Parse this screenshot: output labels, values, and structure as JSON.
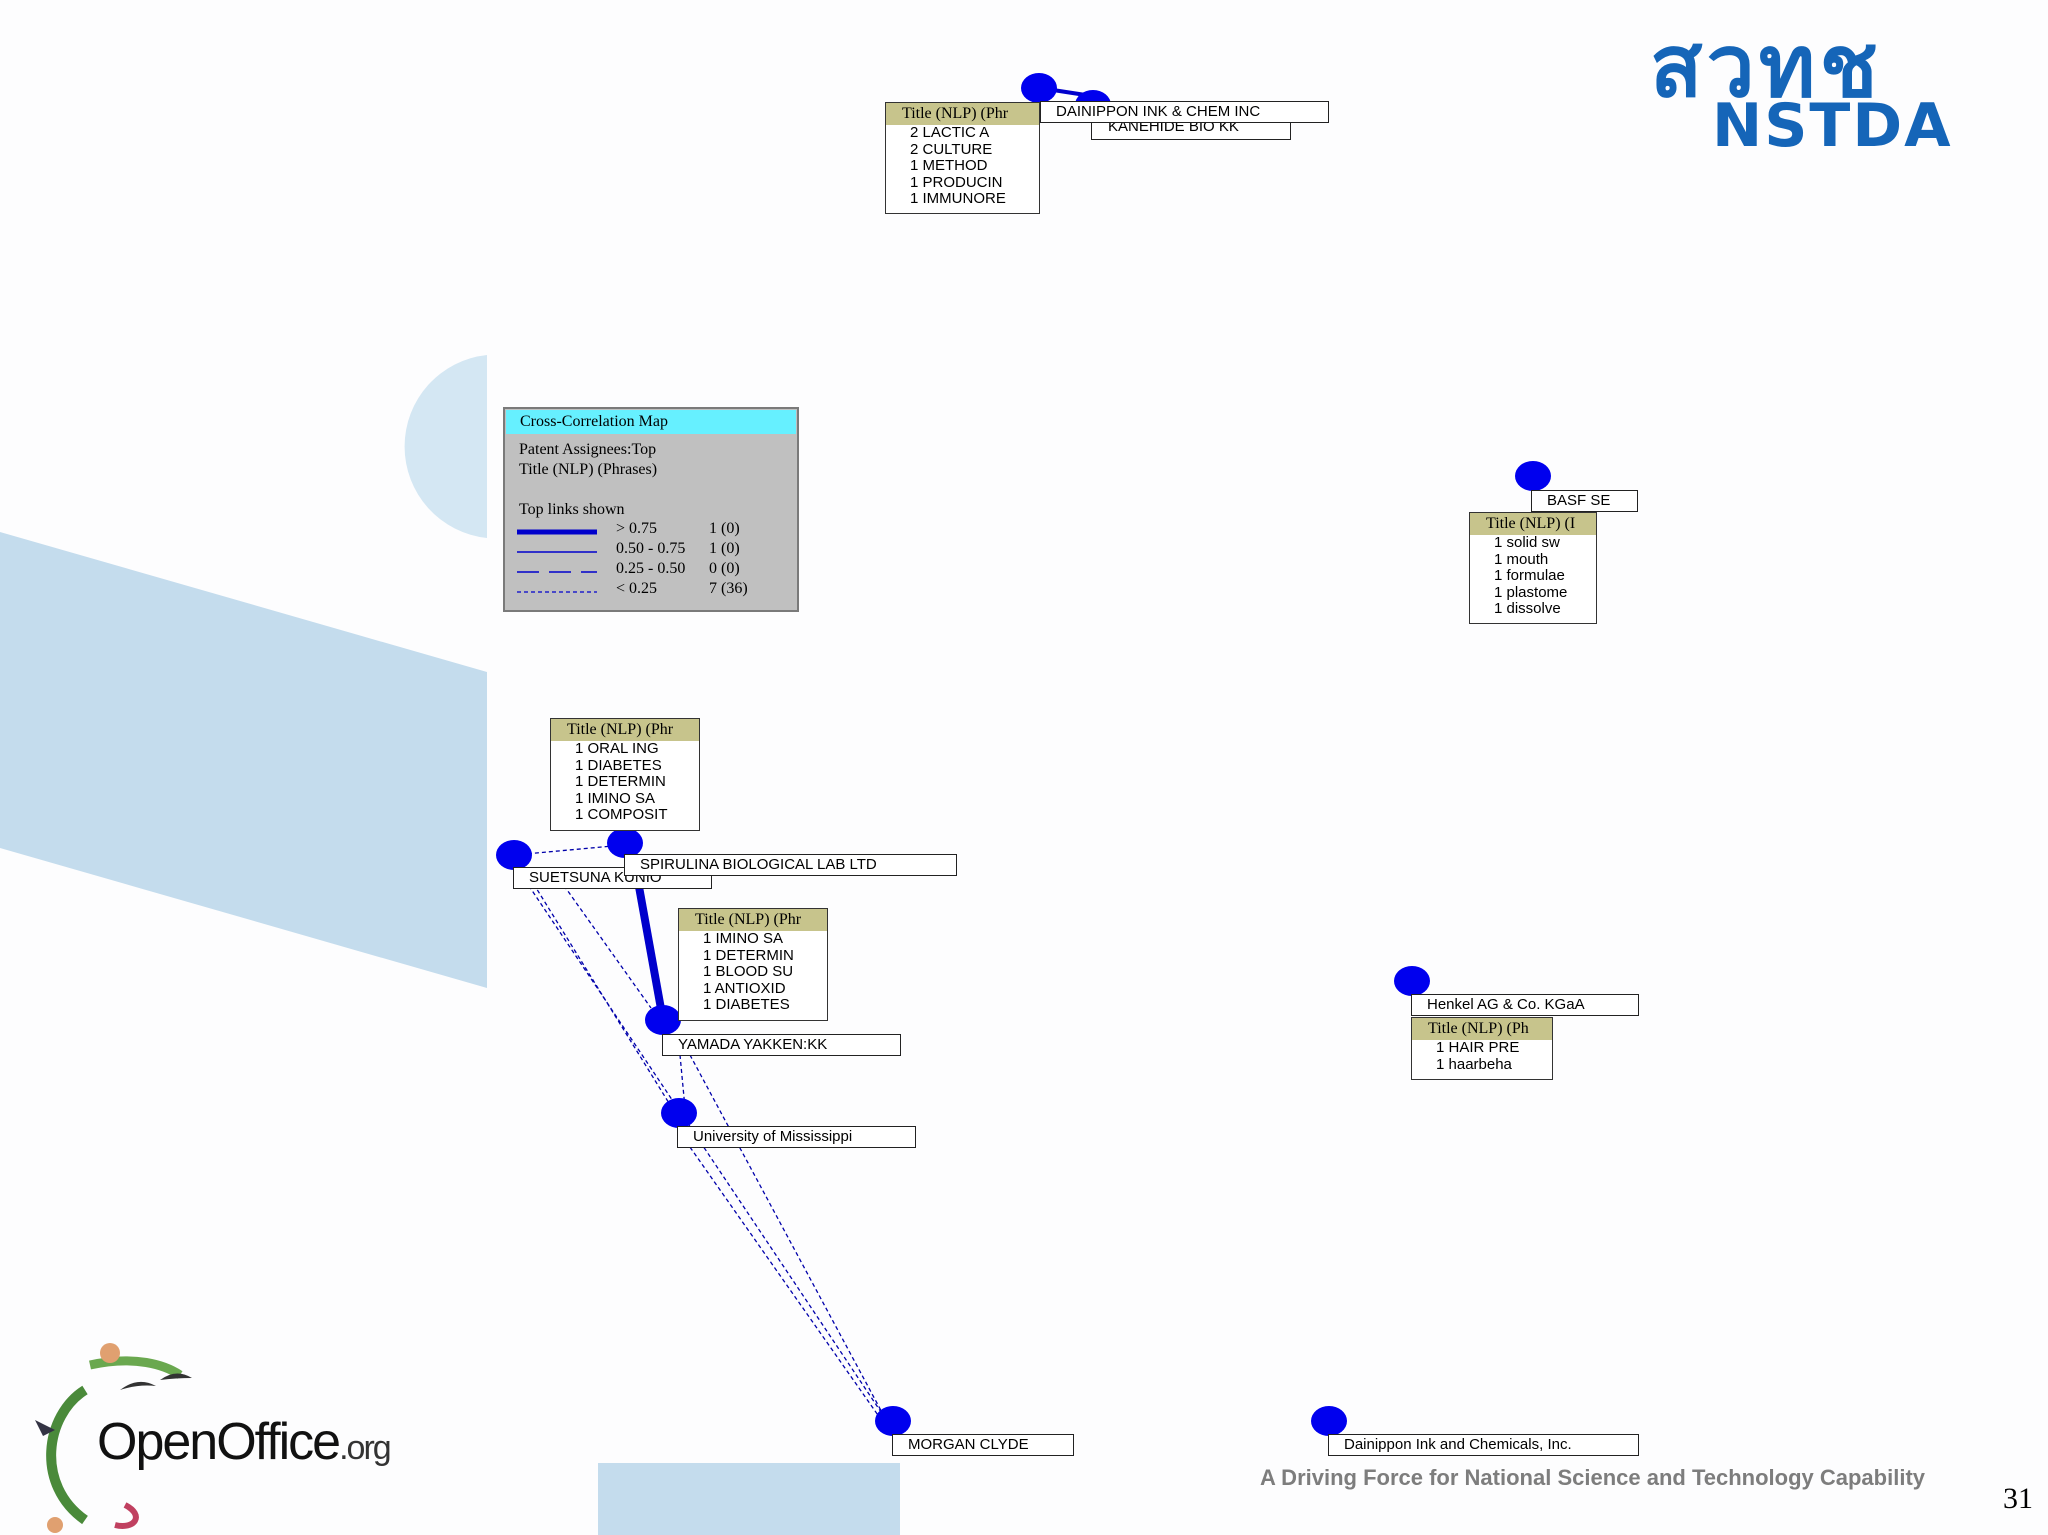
{
  "legend": {
    "title": "Cross-Correlation Map",
    "line1": "Patent Assignees:Top",
    "line2": "Title (NLP) (Phrases)",
    "line3": "Top links shown",
    "rows": [
      {
        "range": "> 0.75",
        "count": "1 (0)"
      },
      {
        "range": "0.50 - 0.75",
        "count": "1 (0)"
      },
      {
        "range": "0.25 - 0.50",
        "count": "0 (0)"
      },
      {
        "range": "< 0.25",
        "count": "7 (36)"
      }
    ]
  },
  "nodes": {
    "dainippon_ink_chem": "DAINIPPON INK & CHEM INC",
    "kanehide": "KANEHIDE BIO KK",
    "basf": "BASF SE",
    "spirulina": "SPIRULINA BIOLOGICAL LAB LTD",
    "suetsuna": "SUETSUNA KUNIO",
    "yamada": "YAMADA YAKKEN:KK",
    "mississippi": "University of Mississippi",
    "henkel": "Henkel AG & Co. KGaA",
    "morgan": "MORGAN CLYDE",
    "dainippon_chemicals": "Dainippon Ink and Chemicals, Inc."
  },
  "title_boxes": {
    "dainippon": {
      "header": "Title (NLP) (Phr",
      "items": [
        "2 LACTIC A",
        "2 CULTURE",
        "1 METHOD",
        "1 PRODUCIN",
        "1 IMMUNORE"
      ]
    },
    "basf": {
      "header": "Title (NLP) (I",
      "items": [
        "1 solid sw",
        "1 mouth",
        "1 formulae",
        "1 plastome",
        "1 dissolve"
      ]
    },
    "spirulina": {
      "header": "Title (NLP) (Phr",
      "items": [
        "1 ORAL ING",
        "1 DIABETES",
        "1 DETERMIN",
        "1 IMINO SA",
        "1 COMPOSIT"
      ]
    },
    "yamada": {
      "header": "Title (NLP) (Phr",
      "items": [
        "1 IMINO SA",
        "1 DETERMIN",
        "1 BLOOD SU",
        "1 ANTIOXID",
        "1 DIABETES"
      ]
    },
    "henkel": {
      "header": "Title (NLP) (Ph",
      "items": [
        "1 HAIR PRE",
        "1 haarbeha"
      ]
    }
  },
  "branding": {
    "nstda_thai": "สวทช",
    "nstda_latin": "NSTDA",
    "tagline": "A Driving Force for National Science and Technology Capability",
    "openoffice": "OpenOffice",
    "openoffice_suffix": ".org",
    "page_number": "31"
  },
  "colors": {
    "node": "#0000ee",
    "link": "#0000cc",
    "legend_title_bg": "#66f0ff",
    "legend_bg": "#c0c0c0",
    "title_header_bg": "#c7c48c",
    "brand_blue": "#1565b8",
    "decor_blue": "#c4dced"
  }
}
